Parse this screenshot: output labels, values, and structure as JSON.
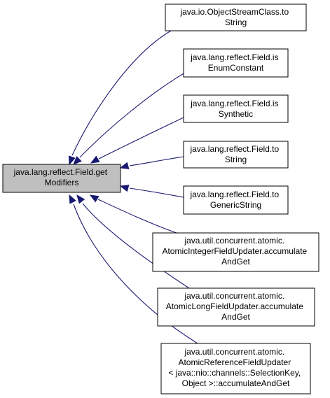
{
  "colors": {
    "focus_fill": "#bfbfbf",
    "node_fill": "#ffffff",
    "edge": "#191970"
  },
  "focus": {
    "lines": [
      "java.lang.reflect.Field.get",
      "Modifiers"
    ]
  },
  "callers": [
    {
      "lines": [
        "java.io.ObjectStreamClass.to",
        "String"
      ]
    },
    {
      "lines": [
        "java.lang.reflect.Field.is",
        "EnumConstant"
      ]
    },
    {
      "lines": [
        "java.lang.reflect.Field.is",
        "Synthetic"
      ]
    },
    {
      "lines": [
        "java.lang.reflect.Field.to",
        "String"
      ]
    },
    {
      "lines": [
        "java.lang.reflect.Field.to",
        "GenericString"
      ]
    },
    {
      "lines": [
        "java.util.concurrent.atomic.",
        "AtomicIntegerFieldUpdater.accumulate",
        "AndGet"
      ]
    },
    {
      "lines": [
        "java.util.concurrent.atomic.",
        "AtomicLongFieldUpdater.accumulate",
        "AndGet"
      ]
    },
    {
      "lines": [
        "java.util.concurrent.atomic.",
        "AtomicReferenceFieldUpdater",
        "< java::nio::channels::SelectionKey,",
        "Object >::accumulateAndGet"
      ]
    }
  ]
}
